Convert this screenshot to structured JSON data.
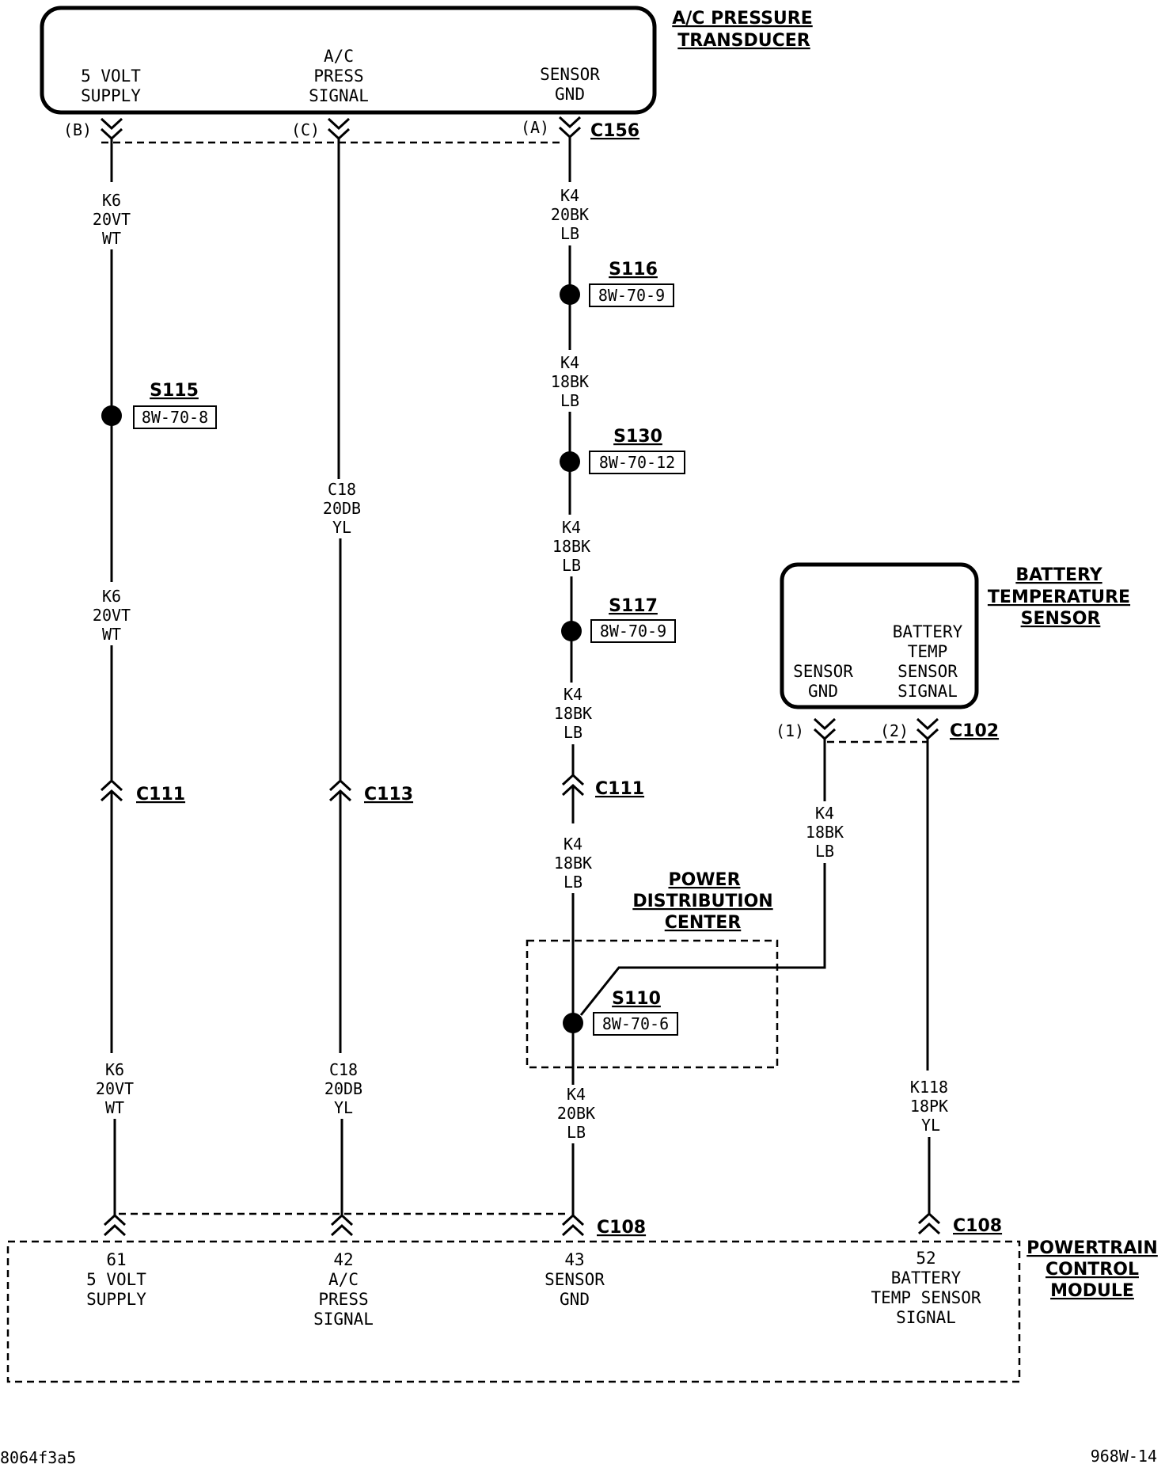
{
  "components": {
    "ac_transducer": {
      "title": [
        "A/C PRESSURE",
        "TRANSDUCER"
      ],
      "pins": {
        "five_volt": [
          "5 VOLT",
          "SUPPLY"
        ],
        "press_signal": [
          "A/C",
          "PRESS",
          "SIGNAL"
        ],
        "sensor_gnd": [
          "SENSOR",
          "GND"
        ]
      },
      "pin_letters": [
        "(B)",
        "(C)",
        "(A)"
      ],
      "connector": "C156"
    },
    "battery_temp_sensor": {
      "title": [
        "BATTERY",
        "TEMPERATURE",
        "SENSOR"
      ],
      "pins": {
        "sensor_gnd": [
          "SENSOR",
          "GND"
        ],
        "temp_signal": [
          "BATTERY",
          "TEMP",
          "SENSOR",
          "SIGNAL"
        ]
      },
      "pin_numbers": [
        "(1)",
        "(2)"
      ],
      "connector": "C102"
    },
    "power_distribution_center": {
      "title": [
        "POWER",
        "DISTRIBUTION",
        "CENTER"
      ]
    },
    "pcm": {
      "title": [
        "POWERTRAIN",
        "CONTROL",
        "MODULE"
      ],
      "pins": {
        "p61": [
          "61",
          "5 VOLT",
          "SUPPLY"
        ],
        "p42": [
          "42",
          "A/C",
          "PRESS",
          "SIGNAL"
        ],
        "p43": [
          "43",
          "SENSOR",
          "GND"
        ],
        "p52": [
          "52",
          "BATTERY",
          "TEMP SENSOR",
          "SIGNAL"
        ]
      }
    }
  },
  "wire_labels": {
    "k6_top": [
      "K6",
      "20VT",
      "WT"
    ],
    "k6_mid": [
      "K6",
      "20VT",
      "WT"
    ],
    "k6_bot": [
      "K6",
      "20VT",
      "WT"
    ],
    "c18_top": [
      "C18",
      "20DB",
      "YL"
    ],
    "c18_bot": [
      "C18",
      "20DB",
      "YL"
    ],
    "k4_a": [
      "K4",
      "20BK",
      "LB"
    ],
    "k4_b": [
      "K4",
      "18BK",
      "LB"
    ],
    "k4_c": [
      "K4",
      "18BK",
      "LB"
    ],
    "k4_d": [
      "K4",
      "18BK",
      "LB"
    ],
    "k4_e": [
      "K4",
      "18BK",
      "LB"
    ],
    "k4_f": [
      "K4",
      "20BK",
      "LB"
    ],
    "k4_bts": [
      "K4",
      "18BK",
      "LB"
    ],
    "k118": [
      "K118",
      "18PK",
      "YL"
    ]
  },
  "splices": {
    "s115": {
      "name": "S115",
      "ref": "8W-70-8"
    },
    "s116": {
      "name": "S116",
      "ref": "8W-70-9"
    },
    "s130": {
      "name": "S130",
      "ref": "8W-70-12"
    },
    "s117": {
      "name": "S117",
      "ref": "8W-70-9"
    },
    "s110": {
      "name": "S110",
      "ref": "8W-70-6"
    }
  },
  "connectors": {
    "c111_left": "C111",
    "c113": "C113",
    "c111_right": "C111",
    "c108_left": "C108",
    "c108_right": "C108"
  },
  "footer": {
    "left_code": "8064f3a5",
    "right_code": "968W-14"
  }
}
